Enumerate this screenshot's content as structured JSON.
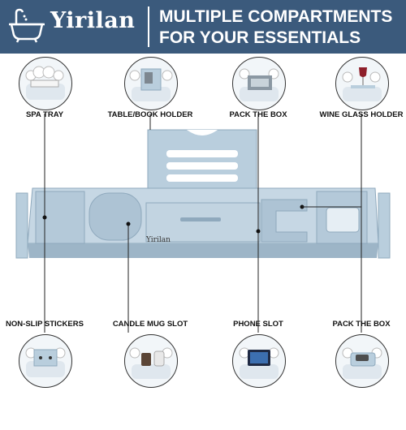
{
  "brand": {
    "name": "Yirilan",
    "tray_logo": "Yirilan",
    "icon": "bathtub-icon"
  },
  "headline": {
    "line1": "MULTIPLE COMPARTMENTS",
    "line2": "FOR YOUR ESSENTIALS"
  },
  "callouts_top": [
    {
      "label": "SPA TRAY",
      "icon": "soap-tub-icon"
    },
    {
      "label": "TABLE/BOOK HOLDER",
      "icon": "book-tub-icon"
    },
    {
      "label": "PACK THE BOX",
      "icon": "box-tub-icon"
    },
    {
      "label": "WINE GLASS HOLDER",
      "icon": "wine-tub-icon"
    }
  ],
  "callouts_bottom": [
    {
      "label": "NON-SLIP STICKERS",
      "icon": "sticker-tub-icon"
    },
    {
      "label": "CANDLE MUG SLOT",
      "icon": "candle-tub-icon"
    },
    {
      "label": "PHONE SLOT",
      "icon": "phone-tub-icon"
    },
    {
      "label": "PACK THE BOX",
      "icon": "soapbox-tub-icon"
    }
  ],
  "colors": {
    "banner": "#3b5a7c",
    "tray": "#b9cedd",
    "tray_dark": "#8fa9bd",
    "foam": "#ffffff"
  }
}
